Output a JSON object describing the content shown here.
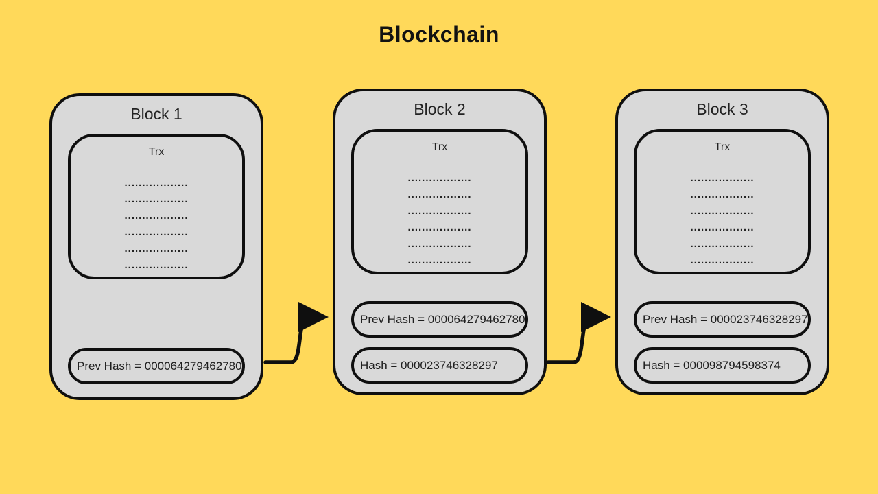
{
  "title": "Blockchain",
  "colors": {
    "background": "#FFD95A",
    "block_fill": "#D9D9D9",
    "outline": "#0F0F0F",
    "text": "#1A1A1A"
  },
  "blocks": [
    {
      "name": "Block 1",
      "trx_label": "Trx",
      "trx_rows": [
        "..................",
        "..................",
        "..................",
        "..................",
        "..................",
        ".................."
      ],
      "pills": [
        {
          "label": "Prev Hash = 000064279462780"
        }
      ]
    },
    {
      "name": "Block 2",
      "trx_label": "Trx",
      "trx_rows": [
        "..................",
        "..................",
        "..................",
        "..................",
        "..................",
        ".................."
      ],
      "pills": [
        {
          "label": "Prev Hash = 000064279462780"
        },
        {
          "label": "Hash = 000023746328297"
        }
      ]
    },
    {
      "name": "Block 3",
      "trx_label": "Trx",
      "trx_rows": [
        "..................",
        "..................",
        "..................",
        "..................",
        "..................",
        ".................."
      ],
      "pills": [
        {
          "label": "Prev Hash = 000023746328297"
        },
        {
          "label": "Hash = 000098794598374"
        }
      ]
    }
  ],
  "arrows": [
    {
      "name": "block1-to-block2-link"
    },
    {
      "name": "block2-to-block3-link"
    }
  ]
}
